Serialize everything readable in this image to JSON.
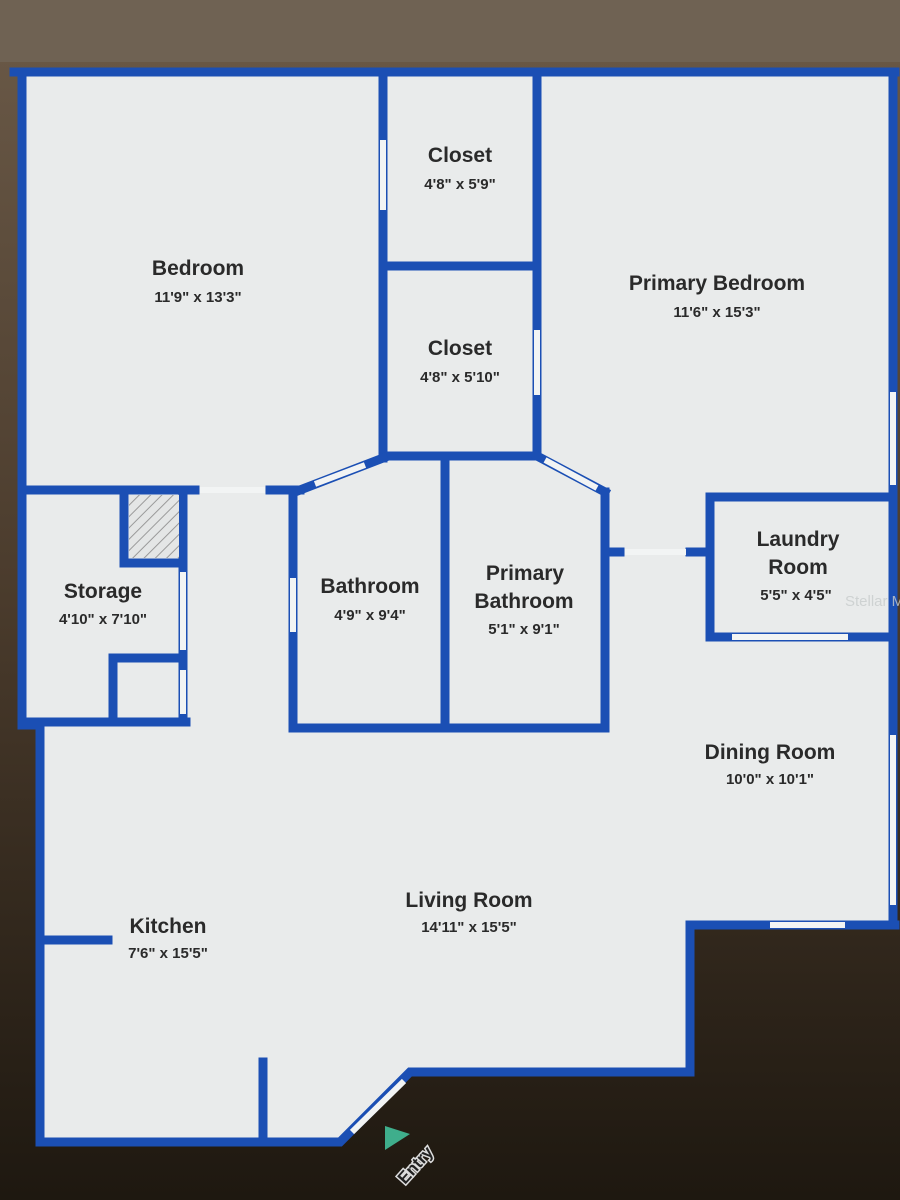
{
  "plan": {
    "rooms": [
      {
        "name": "Bedroom",
        "dims": "11'9\" x 13'3\""
      },
      {
        "name": "Closet",
        "dims": "4'8\" x 5'9\""
      },
      {
        "name": "Closet",
        "dims": "4'8\" x 5'10\""
      },
      {
        "name": "Primary Bedroom",
        "dims": "11'6\" x 15'3\""
      },
      {
        "name": "Storage",
        "dims": "4'10\" x 7'10\""
      },
      {
        "name": "Bathroom",
        "dims": "4'9\" x 9'4\""
      },
      {
        "name": "Primary",
        "name2": "Bathroom",
        "dims": "5'1\" x 9'1\""
      },
      {
        "name": "Laundry",
        "name2": "Room",
        "dims": "5'5\" x 4'5\""
      },
      {
        "name": "Dining Room",
        "dims": "10'0\" x 10'1\""
      },
      {
        "name": "Living Room",
        "dims": "14'11\" x 15'5\""
      },
      {
        "name": "Kitchen",
        "dims": "7'6\" x 15'5\""
      }
    ],
    "entry_label": "Entry",
    "watermark": "Stellar MLS",
    "colors": {
      "wall": "#1b4fb4",
      "floor": "#e9ebeb",
      "entry_arrow": "#3fae8c"
    }
  }
}
